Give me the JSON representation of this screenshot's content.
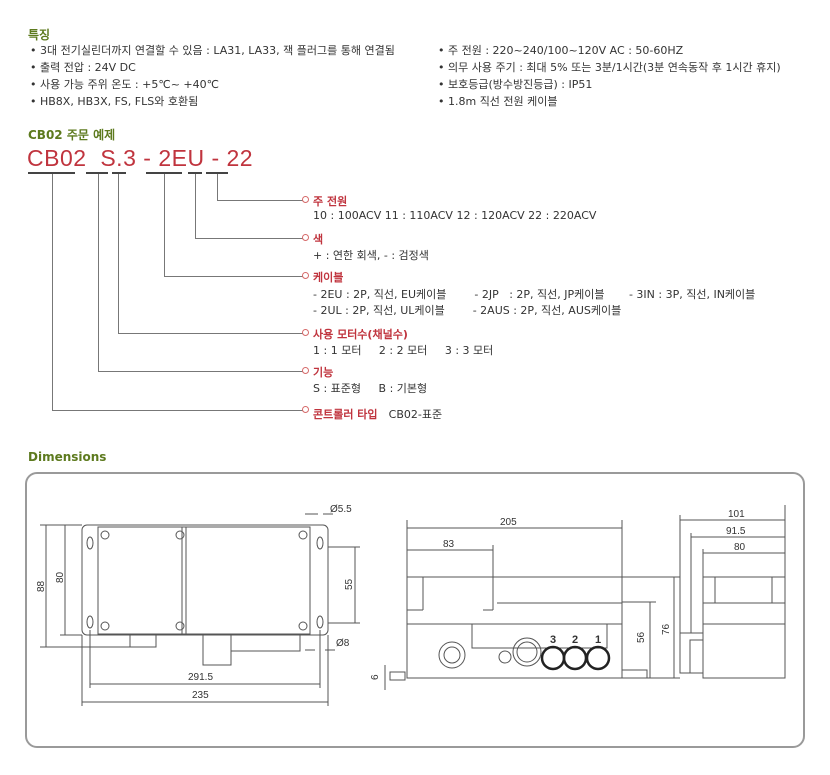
{
  "features": {
    "title": "특징",
    "left": [
      "• 3대 전기실린더까지 연결할 수 있음 : LA31, LA33, 잭 플러그를 통해 연결됨",
      "• 출력 전압 : 24V DC",
      "• 사용 가능 주위 온도 : +5℃~ +40℃",
      "• HB8X, HB3X, FS, FLS와 호환됨"
    ],
    "right": [
      "• 주 전원 : 220~240/100~120V   AC : 50-60HZ",
      "• 의무 사용 주기 : 최대 5% 또는 3분/1시간(3분 연속동작 후 1시간 휴지)",
      "• 보호등급(방수방진등급) : IP51",
      "• 1.8m 직선 전원 케이블"
    ]
  },
  "order_example": {
    "title": "CB02 주문 예제",
    "code": [
      "CB02",
      "S.",
      "3",
      "-",
      "2EU",
      "-",
      "22"
    ],
    "sections": [
      {
        "label": "주 전원",
        "lines": [
          "10 : 100ACV    11 : 110ACV    12 : 120ACV    22 : 220ACV"
        ]
      },
      {
        "label": "색",
        "lines": [
          "+ : 연한 회색,  - : 검정색"
        ]
      },
      {
        "label": "케이블",
        "lines": [
          "- 2EU : 2P, 직선, EU케이블        - 2JP   : 2P, 직선, JP케이블       - 3IN : 3P, 직선, IN케이블",
          "- 2UL : 2P, 직선, UL케이블        - 2AUS : 2P, 직선, AUS케이블"
        ]
      },
      {
        "label": "사용 모터수(채널수)",
        "lines": [
          "1 : 1 모터     2 : 2 모터     3 : 3 모터"
        ]
      },
      {
        "label": "기능",
        "lines": [
          "S : 표준형     B : 기본형"
        ]
      },
      {
        "label": "콘트롤러 타입",
        "inline": "CB02-표준"
      }
    ]
  },
  "dimensions": {
    "title": "Dimensions",
    "front": {
      "d88": "88",
      "d80": "80",
      "d55": "55",
      "d5_5": "Ø5.5",
      "d8": "Ø8",
      "d291_5": "291.5",
      "d235": "235",
      "d6": "6"
    },
    "side": {
      "d205": "205",
      "d83": "83",
      "d76": "76",
      "d56": "56",
      "port3": "3",
      "port2": "2",
      "port1": "1"
    },
    "end": {
      "d101": "101",
      "d91_5": "91.5",
      "d80": "80"
    }
  },
  "colors": {
    "heading_green": "#5d7a1e",
    "code_red": "#c0343e"
  }
}
